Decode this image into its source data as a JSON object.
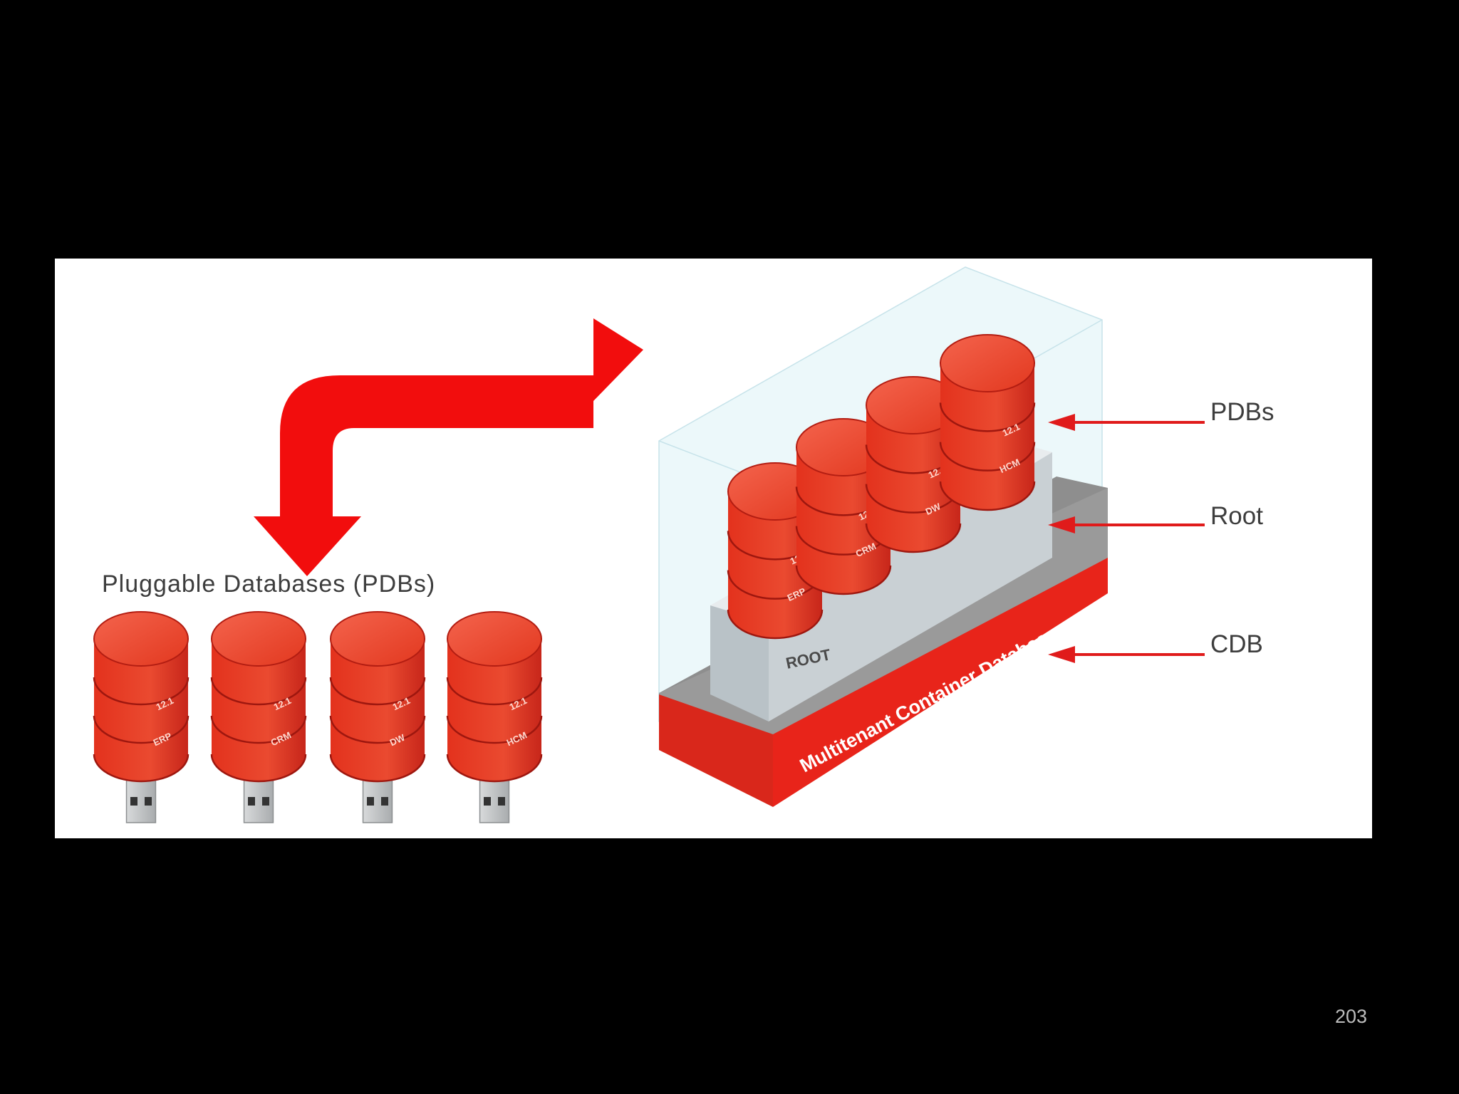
{
  "slide": {
    "page_number": "203"
  },
  "diagram": {
    "pdb_group_title": "Pluggable Databases (PDBs)",
    "callouts": {
      "pdbs": "PDBs",
      "root": "Root",
      "cdb": "CDB"
    },
    "root_label": "ROOT",
    "cdb_label": "Multitenant Container Database",
    "version": "12.1",
    "databases": [
      "ERP",
      "CRM",
      "DW",
      "HCM"
    ],
    "colors": {
      "brand_red": "#e8241a",
      "cylinder_red": "#e8402a",
      "arrow_red": "#f20d0d",
      "callout_red": "#e01b1b",
      "root_gray": "#c9d0d4",
      "glass": "#dff3f7"
    }
  }
}
